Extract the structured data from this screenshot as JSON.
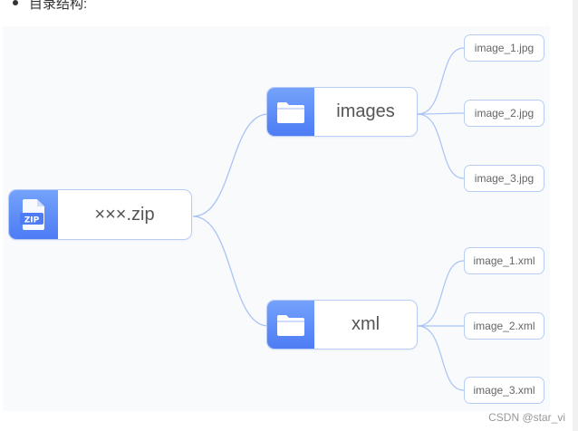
{
  "heading": {
    "text": "目录结构:"
  },
  "root": {
    "label": "×××.zip",
    "icon": "zip-file-icon",
    "icon_text": "ZIP"
  },
  "folders": [
    {
      "label": "images",
      "icon": "folder-icon",
      "files": [
        "image_1.jpg",
        "image_2.jpg",
        "image_3.jpg"
      ]
    },
    {
      "label": "xml",
      "icon": "folder-icon",
      "files": [
        "image_1.xml",
        "image_2.xml",
        "image_3.xml"
      ]
    }
  ],
  "colors": {
    "accent": "#4d7cf5",
    "link": "#a9c3f5",
    "border": "#b8cdf6"
  },
  "watermark": "CSDN @star_vi"
}
